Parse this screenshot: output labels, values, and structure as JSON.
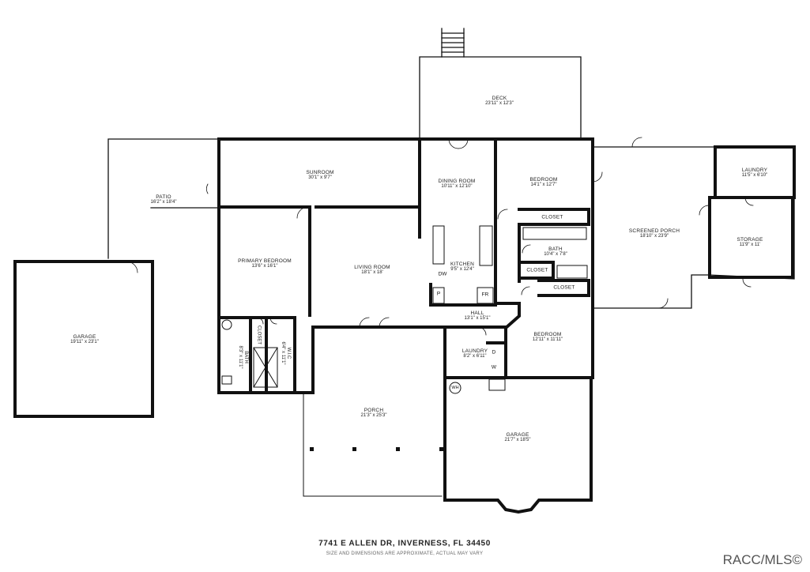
{
  "rooms": {
    "deck": {
      "name": "DECK",
      "dims": "23'11\" x 12'3\""
    },
    "sunroom": {
      "name": "SUNROOM",
      "dims": "30'1\" x 9'7\""
    },
    "patio": {
      "name": "PATIO",
      "dims": "16'2\" x 18'4\""
    },
    "dining_room": {
      "name": "DINING ROOM",
      "dims": "10'11\" x 12'10\""
    },
    "bedroom_1": {
      "name": "BEDROOM",
      "dims": "14'1\" x 12'7\""
    },
    "closet_top": {
      "name": "CLOSET"
    },
    "screened_porch": {
      "name": "SCREENED PORCH",
      "dims": "18'10\" x 23'9\""
    },
    "laundry_1": {
      "name": "LAUNDRY",
      "dims": "11'5\" x 6'10\""
    },
    "storage": {
      "name": "STORAGE",
      "dims": "11'9\" x 11'"
    },
    "bath_1": {
      "name": "BATH",
      "dims": "10'4\" x 7'8\""
    },
    "closet_mid": {
      "name": "CLOSET"
    },
    "closet_low": {
      "name": "CLOSET"
    },
    "primary_bedroom": {
      "name": "PRIMARY BEDROOM",
      "dims": "13'6\" x 16'1\""
    },
    "living_room": {
      "name": "LIVING ROOM",
      "dims": "18'1\" x 18'"
    },
    "kitchen": {
      "name": "KITCHEN",
      "dims": "9'5\" x 12'4\""
    },
    "hall": {
      "name": "HALL",
      "dims": "13'1\" x 15'1\""
    },
    "bedroom_2": {
      "name": "BEDROOM",
      "dims": "12'11\" x 11'11\""
    },
    "laundry_2": {
      "name": "LAUNDRY",
      "dims": "8'2\" x 6'11\""
    },
    "garage_left": {
      "name": "GARAGE",
      "dims": "19'11\" x 23'1\""
    },
    "bath_2": {
      "name": "BATH",
      "dims": "8'3\" x 11'1\""
    },
    "closet_bath": {
      "name": "CLOSET"
    },
    "wic": {
      "name": "W.I.C",
      "dims": "6'4\" x 11'1\""
    },
    "porch": {
      "name": "PORCH",
      "dims": "21'3\" x 25'3\""
    },
    "garage_right": {
      "name": "GARAGE",
      "dims": "21'7\" x 18'5\""
    }
  },
  "appliances": {
    "dw": "DW",
    "pantry": "P",
    "fridge": "FR",
    "dryer": "D",
    "washer": "W",
    "water_heater": "WH"
  },
  "footer": {
    "address": "7741 E ALLEN DR, INVERNESS, FL 34450",
    "disclaimer": "SIZE AND DIMENSIONS ARE APPROXIMATE, ACTUAL MAY VARY"
  },
  "watermark": "RACC/MLS©"
}
